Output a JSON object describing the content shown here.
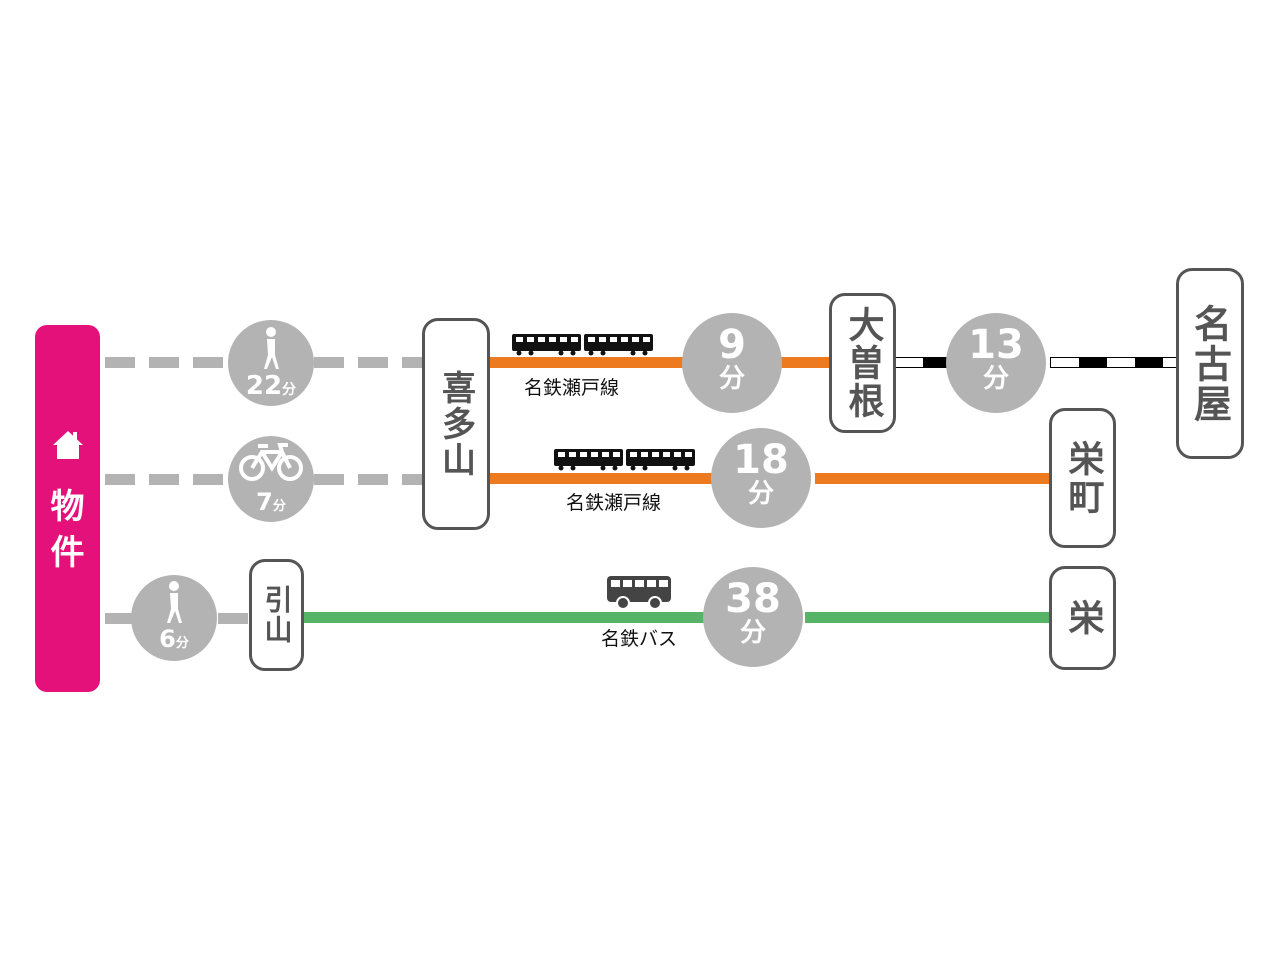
{
  "origin": {
    "icon": "house-icon",
    "label_line1": "物",
    "label_line2": "件",
    "color": "#e5117a"
  },
  "access": [
    {
      "mode": "walk",
      "icon": "walking-person-icon",
      "minutes": "22",
      "unit": "分"
    },
    {
      "mode": "bicycle",
      "icon": "bicycle-icon",
      "minutes": "7",
      "unit": "分"
    },
    {
      "mode": "walk",
      "icon": "walking-person-icon",
      "minutes": "6",
      "unit": "分"
    }
  ],
  "stations": {
    "kitayama": "喜多山",
    "ozone": "大曽根",
    "nagoya": "名古屋",
    "sakaemachi": "栄町",
    "hikiyama": "引山",
    "sakae": "栄"
  },
  "routes": [
    {
      "line": "名鉄瀬戸線",
      "vehicle": "train-icon",
      "color": "#ee7a1f",
      "minutes": "9",
      "unit": "分",
      "from": "喜多山",
      "to": "大曽根"
    },
    {
      "line": "",
      "vehicle": "",
      "color": "#000000",
      "minutes": "13",
      "unit": "分",
      "from": "大曽根",
      "to": "名古屋"
    },
    {
      "line": "名鉄瀬戸線",
      "vehicle": "train-icon",
      "color": "#ee7a1f",
      "minutes": "18",
      "unit": "分",
      "from": "喜多山",
      "to": "栄町"
    },
    {
      "line": "名鉄バス",
      "vehicle": "bus-icon",
      "color": "#55b466",
      "minutes": "38",
      "unit": "分",
      "from": "引山",
      "to": "栄"
    }
  ]
}
